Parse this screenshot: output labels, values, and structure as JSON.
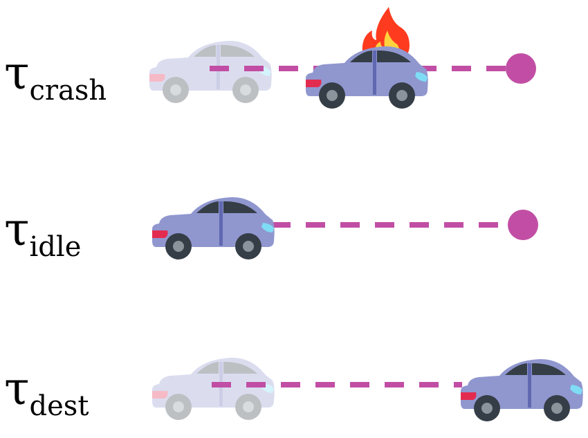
{
  "rows": [
    {
      "symbol": "τ",
      "subscript": "crash",
      "outcome": "crash"
    },
    {
      "symbol": "τ",
      "subscript": "idle",
      "outcome": "idle"
    },
    {
      "symbol": "τ",
      "subscript": "dest",
      "outcome": "reached-destination"
    }
  ],
  "colors": {
    "car_body": "#9097cf",
    "car_window": "#353d46",
    "car_door_line": "#5f68b0",
    "wheel": "#353d46",
    "hub": "#8b949b",
    "tail_light": "#e32b50",
    "head_light": "#7fdcf5",
    "path": "#c14ea4",
    "goal": "#c14ea4",
    "flame_outer": "#ff3b1f",
    "flame_inner": "#ffd23e"
  }
}
